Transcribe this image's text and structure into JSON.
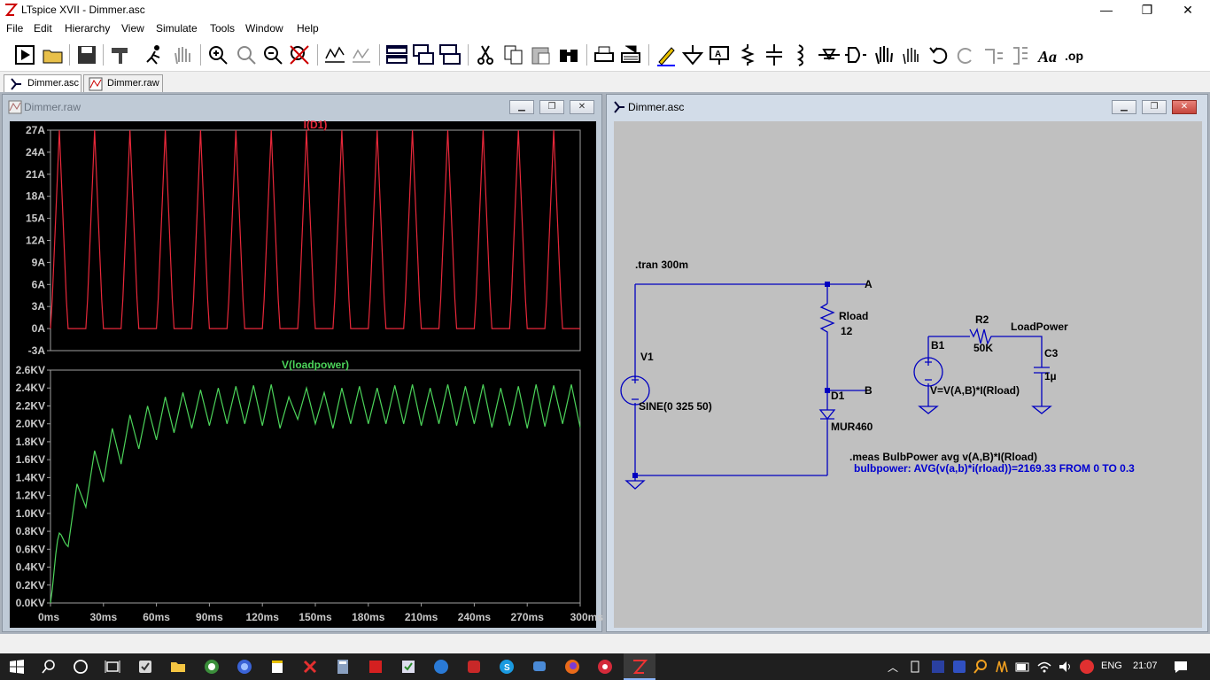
{
  "app": {
    "title": "LTspice XVII - Dimmer.asc",
    "minimize": "—",
    "maximize": "❐",
    "close": "✕"
  },
  "menu": [
    "File",
    "Edit",
    "Hierarchy",
    "View",
    "Simulate",
    "Tools",
    "Window",
    "Help"
  ],
  "tabs": [
    {
      "label": "Dimmer.asc",
      "active": true
    },
    {
      "label": "Dimmer.raw",
      "active": false
    }
  ],
  "waveform_window": {
    "title": "Dimmer.raw"
  },
  "schematic_window": {
    "title": "Dimmer.asc"
  },
  "schematic": {
    "directive_tran": ".tran 300m",
    "net_a": "A",
    "net_b": "B",
    "rload_name": "Rload",
    "rload_value": "12",
    "v1_name": "V1",
    "v1_value": "SINE(0 325 50)",
    "d1_name": "D1",
    "d1_model": "MUR460",
    "b1_name": "B1",
    "b1_expr": "V=V(A,B)*I(Rload)",
    "r2_name": "R2",
    "r2_value": "50K",
    "net_loadpower": "LoadPower",
    "c3_name": "C3",
    "c3_value": "1µ",
    "meas_directive": ".meas BulbPower avg v(A,B)*I(Rload)",
    "meas_result": "bulbpower: AVG(v(a,b)*i(rload))=2169.33 FROM 0 TO 0.3",
    "wire_color": "#0000c0",
    "text_color": "#000000",
    "result_color": "#0000d0"
  },
  "taskbar": {
    "lang": "ENG",
    "time": "21:07"
  },
  "chart_data": [
    {
      "type": "line",
      "title": "I(D1)",
      "color": "#e8283a",
      "x_unit": "ms",
      "xlim": [
        0,
        300
      ],
      "ylim": [
        -3,
        27
      ],
      "yticks": [
        "27A",
        "24A",
        "21A",
        "18A",
        "15A",
        "12A",
        "9A",
        "6A",
        "3A",
        "0A",
        "-3A"
      ],
      "ytick_values": [
        27,
        24,
        21,
        18,
        15,
        12,
        9,
        6,
        3,
        0,
        -3
      ],
      "series": [
        {
          "x": [
            0,
            1,
            5,
            9,
            10,
            11,
            15,
            19,
            20,
            21,
            25,
            29,
            30,
            31,
            35,
            39,
            40,
            41,
            45,
            49,
            50,
            51,
            55,
            59,
            60,
            61,
            65,
            69,
            70,
            71,
            75,
            79,
            80,
            81,
            85,
            89,
            90,
            91,
            95,
            99,
            100,
            101,
            105,
            109,
            110,
            111,
            115,
            119,
            120,
            121,
            125,
            129,
            130,
            131,
            135,
            139,
            140,
            141,
            145,
            149,
            150,
            151,
            155,
            159,
            160,
            161,
            165,
            169,
            170,
            171,
            175,
            179,
            180,
            181,
            185,
            189,
            190,
            191,
            195,
            199,
            200,
            201,
            205,
            209,
            210,
            211,
            215,
            219,
            220,
            221,
            225,
            229,
            230,
            231,
            235,
            239,
            240,
            241,
            245,
            249,
            250,
            251,
            255,
            259,
            260,
            261,
            265,
            269,
            270,
            271,
            275,
            279,
            280,
            281,
            285,
            289,
            290,
            291,
            295,
            299,
            300
          ],
          "y": [
            0,
            4,
            27,
            4,
            0,
            0,
            0,
            0,
            0,
            4,
            27,
            4,
            0,
            0,
            0,
            0,
            0,
            4,
            27,
            4,
            0,
            0,
            0,
            0,
            0,
            4,
            27,
            4,
            0,
            0,
            0,
            0,
            0,
            4,
            27,
            4,
            0,
            0,
            0,
            0,
            0,
            4,
            27,
            4,
            0,
            0,
            0,
            0,
            0,
            4,
            27,
            4,
            0,
            0,
            0,
            0,
            0,
            4,
            27,
            4,
            0,
            0,
            0,
            0,
            0,
            4,
            27,
            4,
            0,
            0,
            0,
            0,
            0,
            4,
            27,
            4,
            0,
            0,
            0,
            0,
            0,
            4,
            27,
            4,
            0,
            0,
            0,
            0,
            0,
            4,
            27,
            4,
            0,
            0,
            0,
            0,
            0,
            4,
            27,
            4,
            0,
            0,
            0,
            0,
            0,
            4,
            27,
            4,
            0,
            0,
            0,
            0,
            0,
            4,
            27,
            4,
            0,
            0,
            0,
            0,
            0
          ]
        }
      ]
    },
    {
      "type": "line",
      "title": "V(loadpower)",
      "color": "#4cd35a",
      "x_unit": "ms",
      "xlim": [
        0,
        300
      ],
      "ylim": [
        0,
        2.6
      ],
      "xticks": [
        "0ms",
        "30ms",
        "60ms",
        "90ms",
        "120ms",
        "150ms",
        "180ms",
        "210ms",
        "240ms",
        "270ms",
        "300ms"
      ],
      "xtick_values": [
        0,
        30,
        60,
        90,
        120,
        150,
        180,
        210,
        240,
        270,
        300
      ],
      "yticks": [
        "2.6KV",
        "2.4KV",
        "2.2KV",
        "2.0KV",
        "1.8KV",
        "1.6KV",
        "1.4KV",
        "1.2KV",
        "1.0KV",
        "0.8KV",
        "0.6KV",
        "0.4KV",
        "0.2KV",
        "0.0KV"
      ],
      "ytick_values": [
        2.6,
        2.4,
        2.2,
        2.0,
        1.8,
        1.6,
        1.4,
        1.2,
        1.0,
        0.8,
        0.6,
        0.4,
        0.2,
        0.0
      ],
      "series": [
        {
          "x": [
            0,
            1,
            2,
            3,
            4,
            5,
            6,
            7,
            8,
            9,
            10,
            15,
            20,
            25,
            30,
            35,
            40,
            45,
            50,
            55,
            60,
            65,
            70,
            75,
            80,
            85,
            90,
            95,
            100,
            105,
            110,
            115,
            120,
            125,
            130,
            135,
            140,
            145,
            150,
            155,
            160,
            165,
            170,
            175,
            180,
            185,
            190,
            195,
            200,
            205,
            210,
            215,
            220,
            225,
            230,
            235,
            240,
            245,
            250,
            255,
            260,
            265,
            270,
            275,
            280,
            285,
            290,
            295,
            300
          ],
          "y": [
            0,
            0.15,
            0.35,
            0.55,
            0.7,
            0.78,
            0.76,
            0.72,
            0.68,
            0.65,
            0.63,
            1.33,
            1.07,
            1.7,
            1.35,
            1.95,
            1.55,
            2.1,
            1.72,
            2.2,
            1.82,
            2.3,
            1.9,
            2.35,
            1.95,
            2.38,
            1.98,
            2.4,
            2.0,
            2.42,
            2.0,
            2.43,
            1.98,
            2.44,
            1.95,
            2.3,
            2.05,
            2.4,
            2.0,
            2.35,
            1.95,
            2.4,
            2.0,
            2.42,
            2.0,
            2.4,
            2.0,
            2.43,
            2.0,
            2.44,
            1.98,
            2.4,
            2.0,
            2.44,
            1.98,
            2.42,
            2.0,
            2.44,
            1.96,
            2.4,
            1.98,
            2.42,
            1.95,
            2.44,
            1.97,
            2.43,
            2.0,
            2.44,
            1.96
          ]
        }
      ]
    }
  ]
}
